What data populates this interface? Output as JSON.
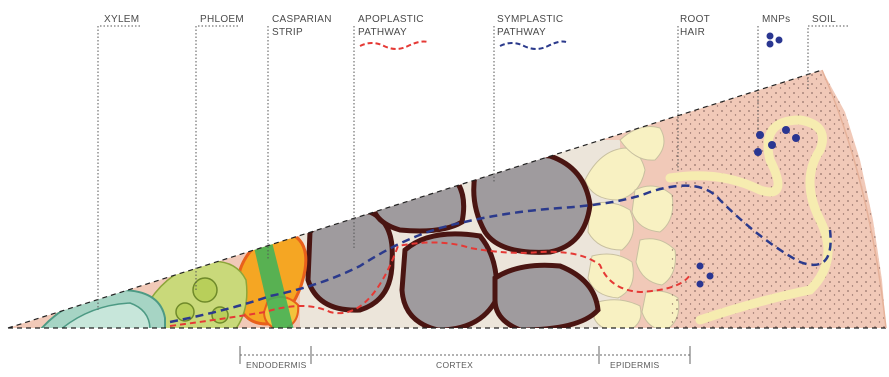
{
  "labels": {
    "xylem": "XYLEM",
    "phloem": "PHLOEM",
    "casparian_strip": [
      "CASPARIAN",
      "STRIP"
    ],
    "apoplastic_pathway": [
      "APOPLASTIC",
      "PATHWAY"
    ],
    "symplastic_pathway": [
      "SYMPLASTIC",
      "PATHWAY"
    ],
    "root_hair": [
      "ROOT",
      "HAIR"
    ],
    "mnps": "MNPs",
    "soil": "SOIL"
  },
  "ranges": {
    "endodermis": "ENDODERMIS",
    "cortex": "CORTEX",
    "epidermis": "EPIDERMIS"
  },
  "colors": {
    "soil": "#f1c9b8",
    "epidermis_cells": "#f8f1c2",
    "cortex_cells": "#9f9b9e",
    "cell_wall": "#4a1512",
    "endodermis": "#f5a623",
    "casparian_strip": "#3cb35a",
    "phloem": "#c9d97a",
    "xylem": "#a6d4c4",
    "apoplastic_line": "#e53935",
    "symplastic_line": "#2b3a8c",
    "mnp_particles": "#2a3691"
  }
}
